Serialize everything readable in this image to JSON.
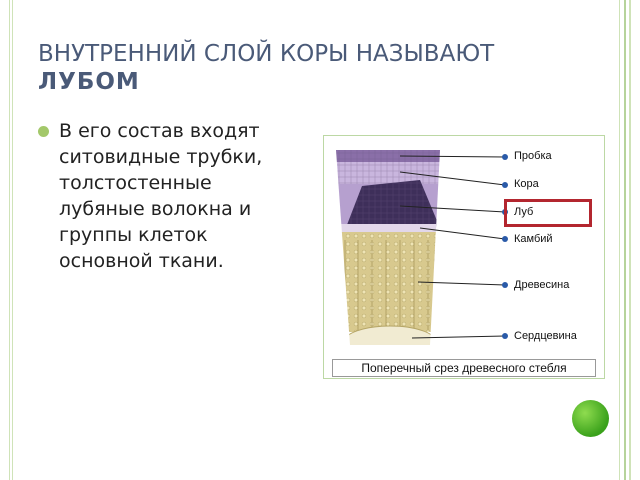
{
  "slide": {
    "title_line1": "ВНУТРЕННИЙ СЛОЙ КОРЫ НАЗЫВАЮТ",
    "title_line2": "ЛУБОМ",
    "bullet": "В его состав входят ситовидные трубки, толстостенные лубяные волокна и группы клеток основной ткани."
  },
  "figure": {
    "labels": [
      "Пробка",
      "Кора",
      "Луб",
      "Камбий",
      "Древесина",
      "Сердцевина"
    ],
    "highlighted_label": "Луб",
    "caption": "Поперечный срез древесного стебля"
  },
  "colors": {
    "accent_green": "#a3c86a",
    "title_color": "#4a5a78",
    "highlight_red": "#b3262f"
  }
}
